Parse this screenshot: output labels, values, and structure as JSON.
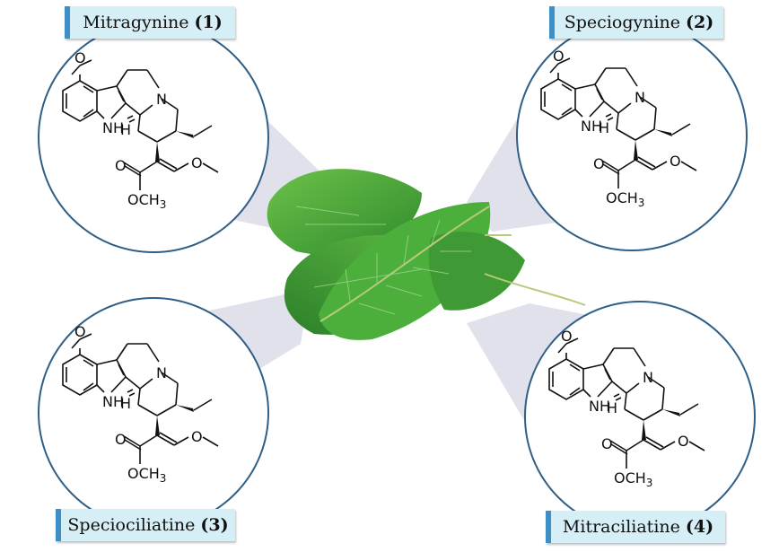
{
  "compounds": [
    {
      "name": "Mitragynine",
      "number": "(1)"
    },
    {
      "name": "Speciogynine",
      "number": "(2)"
    },
    {
      "name": "Speciociliatine",
      "number": "(3)"
    },
    {
      "name": "Mitraciliatine",
      "number": "(4)"
    }
  ],
  "atoms": {
    "nitrogen": "N",
    "nh": "NH",
    "hydrogen": "H",
    "methoxy_o": "O",
    "carbonyl_o": "O",
    "ester_label": "OCH",
    "ester_subscript": "3"
  },
  "colors": {
    "label_fill": "#d6eef6",
    "label_border": "#3f8fc7",
    "circle_stroke": "#2f5f86",
    "leaf_green": "#3f9a35",
    "cone_fill": "#c9c9dc"
  }
}
